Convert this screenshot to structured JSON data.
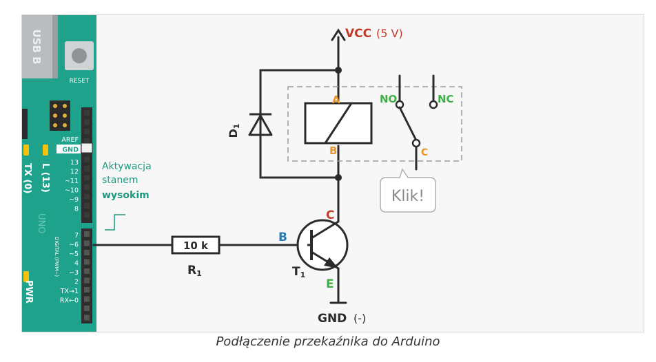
{
  "caption": "Podłączenie przekaźnika do Arduino",
  "colors": {
    "board": "#1ea28c",
    "wire": "#2b2b2b",
    "vcc_red": "#c0392b",
    "orange": "#e8962b",
    "blue": "#2a7ab0",
    "green": "#3fae49",
    "teal_text": "#1c9a82"
  },
  "board": {
    "usb_label": "USB B",
    "reset_label": "RESET",
    "aref_label": "AREF",
    "gnd_label": "GND",
    "pins_upper": [
      "13",
      "12",
      "~11",
      "~10",
      "~9",
      "8"
    ],
    "pins_lower": [
      "7",
      "~6",
      "~5",
      "4",
      "~3",
      "2",
      "TX→1",
      "RX←0"
    ],
    "led_l_label": "L (13)",
    "tx_label": "TX (0)",
    "uno_label": "UNO",
    "digital_label": "DIGITAL (PWM~)",
    "pwr_label": "PWR"
  },
  "annotation": {
    "line1": "Aktywacja",
    "line2": "stanem",
    "line3": "wysokim"
  },
  "circuit": {
    "vcc": "VCC",
    "vcc_value": "(5 V)",
    "gnd": "GND",
    "gnd_sign": "(-)",
    "diode_label": "D",
    "diode_sub": "1",
    "coil_a": "A",
    "coil_b": "B",
    "no_label": "NO",
    "nc_label": "NC",
    "com_label": "C",
    "klik": "Klik!",
    "resistor_value": "10 k",
    "resistor_label": "R",
    "resistor_sub": "1",
    "transistor_label": "T",
    "transistor_sub": "1",
    "base_label": "B",
    "collector_label": "C",
    "emitter_label": "E"
  }
}
